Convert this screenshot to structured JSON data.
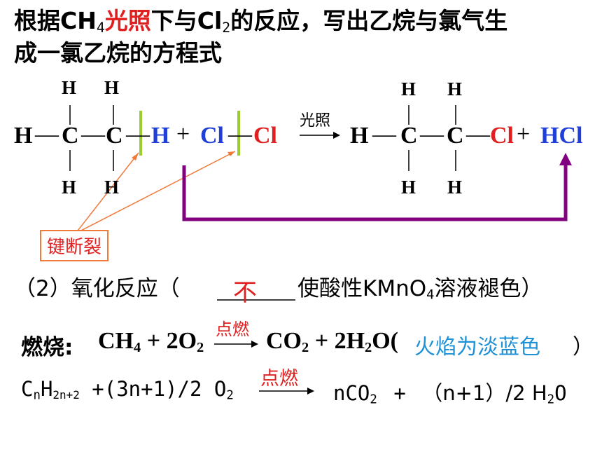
{
  "title": {
    "p1": "根据CH",
    "p1_sub": "4",
    "p2": "光照",
    "p3": "下与Cl",
    "p3_sub": "2",
    "p4": "的反应，写出乙烷与氯气生",
    "line2": "成一氯乙烷的方程式"
  },
  "reaction": {
    "left": {
      "H": "H",
      "C": "C",
      "dash": "—",
      "plus": "+",
      "Cl": "Cl"
    },
    "condition": "光照",
    "arrow": "→",
    "right": {
      "H": "H",
      "C": "C",
      "Cl": "Cl",
      "plus": "+",
      "HCl": "HCl"
    }
  },
  "bond_break_label": "键断裂",
  "oxidation": {
    "prefix": "（2）氧化反应（",
    "answer": "不",
    "suffix_a": "使酸性KMnO",
    "suffix_sub": "4",
    "suffix_b": "溶液褪色）"
  },
  "combustion": {
    "label": "燃烧:",
    "reactant_a": "CH",
    "reactant_a_sub": "4",
    "plus1": "+ 2O",
    "plus1_sub": "2",
    "condition": "点燃",
    "arrow": "→",
    "product_a": "CO",
    "product_a_sub": "2",
    "plus2": "+ 2H",
    "plus2_sub": "2",
    "product_b": "O(",
    "flame": "火焰为淡蓝色",
    "close": "）"
  },
  "general": {
    "c": "C",
    "c_sub": "n",
    "h": "H",
    "h_sub": "2n+2",
    "coef": "+(3n+1)/2 O",
    "o_sub": "2",
    "condition": "点燃",
    "prod1": "nCO",
    "prod1_sub": "2",
    "plus": "+",
    "prod2": "（n+1）/2 H",
    "prod2_sub": "2",
    "prod2_end": "O"
  },
  "colors": {
    "red": "#e02020",
    "blue": "#1f3fd6",
    "cyan": "#1e90d6",
    "green_bar": "#9acd32",
    "purple": "#800080",
    "orange": "#f07a3a"
  }
}
